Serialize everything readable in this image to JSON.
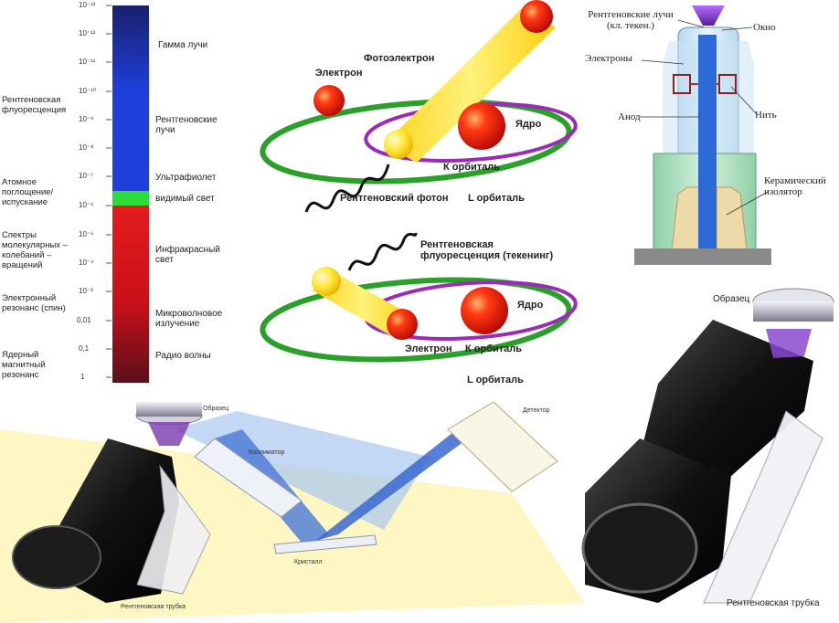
{
  "spectrum": {
    "ticks": [
      "10⁻¹³",
      "10⁻¹²",
      "10⁻¹¹",
      "10⁻¹⁰",
      "10⁻⁹",
      "10⁻⁸",
      "10⁻⁷",
      "10⁻⁶",
      "10⁻⁵",
      "10⁻⁴",
      "10⁻³",
      "0,01",
      "0,1",
      "1"
    ],
    "bands": [
      "Гамма лучи",
      "Рентгеновские лучи",
      "Ультрафиолет",
      "видимый свет",
      "Инфракрасный свет",
      "Микроволновое излучение",
      "Радио волны"
    ],
    "methods": [
      "Рентгеновская флуоресценция",
      "Атомное поглощение/ испускание",
      "Спектры молекулярных – колебаний – вращений",
      "Электронный резонанс (спин)",
      "Ядерный магнитный резонанс"
    ],
    "colors": {
      "gamma": "#1a1f6e",
      "xray": "#1e3fd8",
      "visible": "#2bdc3a",
      "ir": "#d8181a",
      "radio": "#5a0f1a"
    }
  },
  "atom_top": {
    "labels": [
      "Фотоэлектрон",
      "Электрон",
      "Ядро",
      "К орбиталь",
      "Рентгеновский фотон",
      "L орбиталь"
    ]
  },
  "atom_bottom": {
    "labels": [
      "Рентгеновская флуоресценция (текенинг)",
      "Ядро",
      "Электрон",
      "К орбиталь",
      "L орбиталь"
    ]
  },
  "tube": {
    "labels": [
      "Рентгеновские лучи (кл. текен.)",
      "Окно",
      "Электроны",
      "Анод",
      "Нить",
      "Керамический изолятор"
    ]
  },
  "spectrometer": {
    "labels": [
      "Образец",
      "Коллиматор",
      "Детектор",
      "Кристалл",
      "Рентгеновская трубка"
    ]
  },
  "photo": {
    "labels": [
      "Образец",
      "Рентгеновская трубка"
    ]
  }
}
